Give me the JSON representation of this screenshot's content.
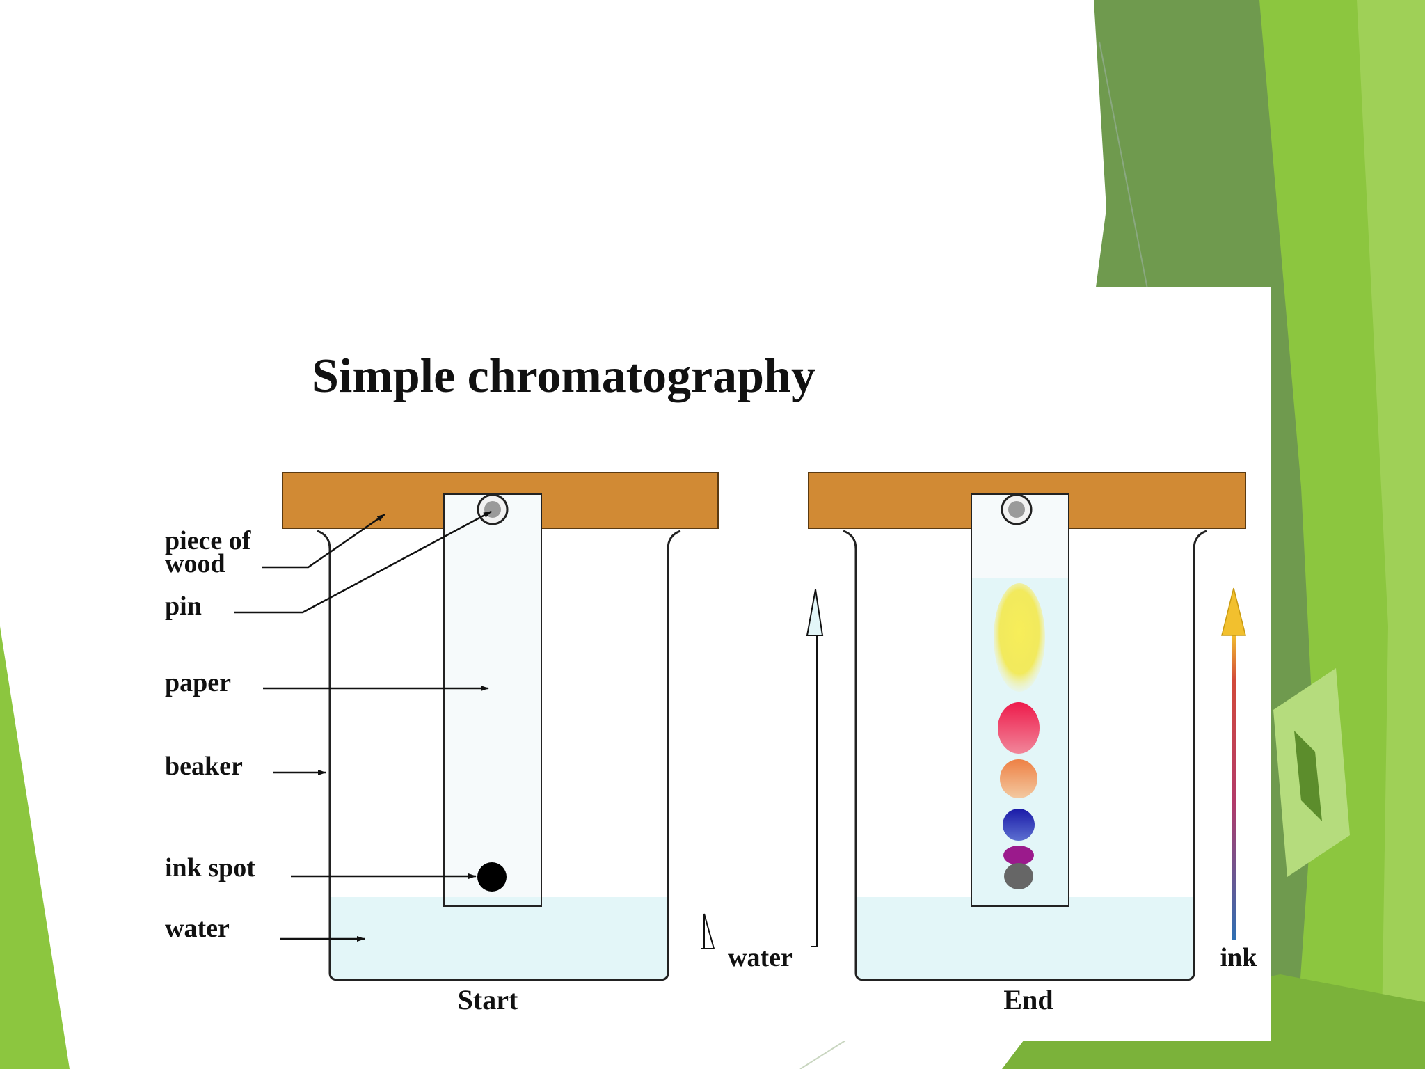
{
  "figure": {
    "title": "Simple chromatography",
    "labels": {
      "piece_of": "piece of",
      "wood": "wood",
      "pin": "pin",
      "paper": "paper",
      "beaker": "beaker",
      "ink_spot": "ink spot",
      "water_left": "water",
      "start": "Start",
      "water_right": "water",
      "ink": "ink",
      "end": "End"
    }
  },
  "colors": {
    "wood": "#d18a34",
    "water": "#e3f6f8",
    "paper": "#f6fafb",
    "slide_green_light": "#8cc63f",
    "slide_green_dark": "#6f9a4e",
    "ink_spot": "#000000",
    "band_yellow": "#f5e53a",
    "band_red": "#ee1b4b",
    "band_orange": "#ef8a4a",
    "band_blue": "#1a1aa8",
    "band_purple": "#9b1a8c",
    "band_grey": "#666666",
    "ink_arrow_top": "#f2c02e",
    "ink_arrow_bottom": "#2d6fb3"
  },
  "icons": {
    "pin_left": "pin-icon",
    "pin_right": "pin-icon"
  }
}
